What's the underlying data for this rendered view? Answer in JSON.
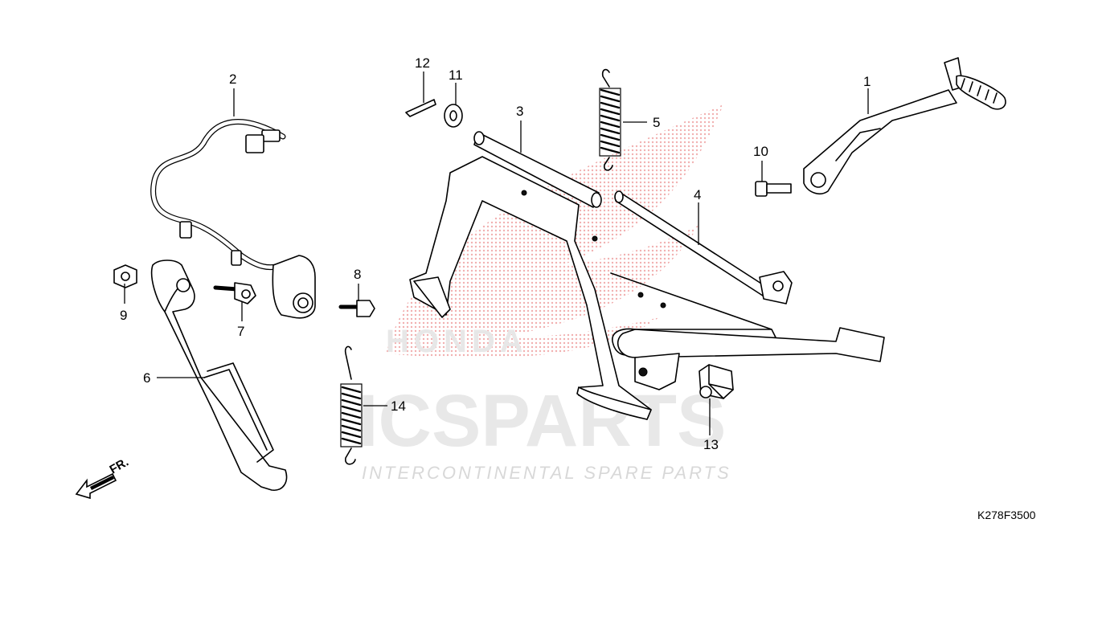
{
  "diagram_ref": "K278F3500",
  "front_indicator": "FR.",
  "watermark": {
    "brand": "HONDA",
    "logo_text": "ICSPARTS",
    "tagline": "INTERCONTINENTAL SPARE PARTS",
    "accent_color": "#d81e1e"
  },
  "callouts": [
    "1",
    "2",
    "3",
    "4",
    "5",
    "6",
    "7",
    "8",
    "9",
    "10",
    "11",
    "12",
    "13",
    "14"
  ]
}
